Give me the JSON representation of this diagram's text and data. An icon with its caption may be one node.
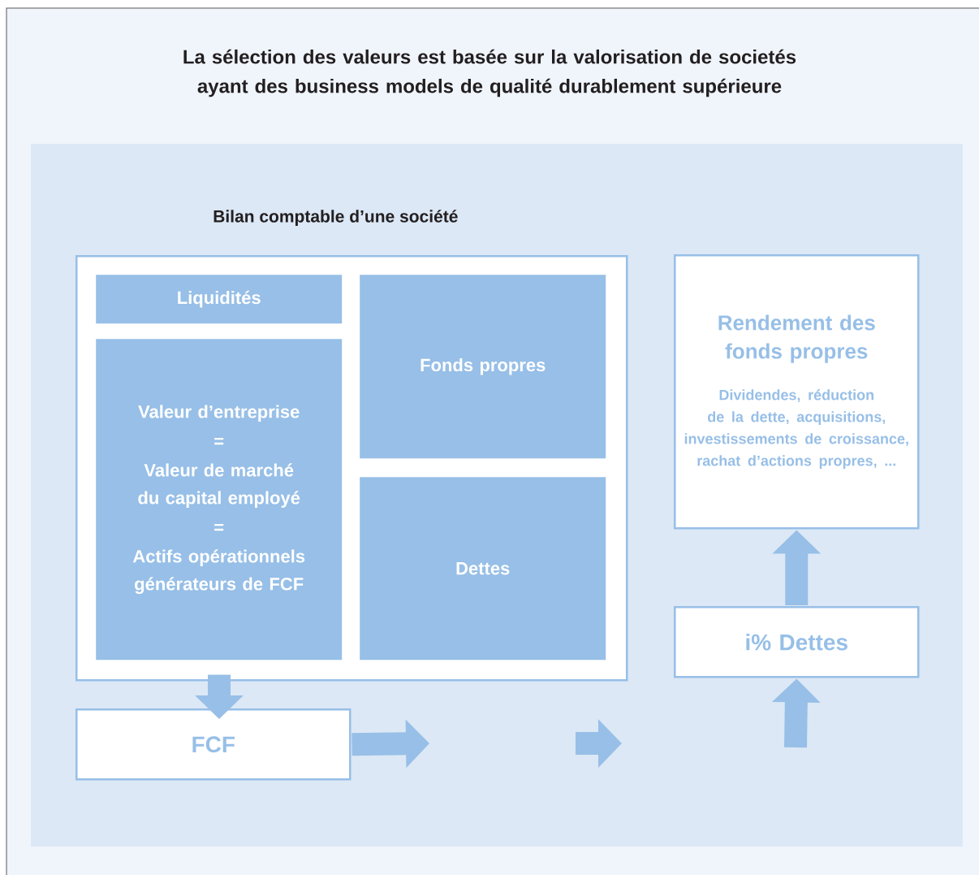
{
  "diagram": {
    "title": "La sélection des valeurs est basée sur la valorisation de societés ayant des business models de qualité durablement supérieure",
    "nodes": [
      {
        "text": [
          "Bilan comptable d’une société"
        ]
      },
      {
        "text": [
          "Liquidités"
        ],
        "in": 0
      },
      {
        "text": [
          "Valeur d’entreprise",
          "=",
          "Valeur de marché du capital employé",
          "=",
          "Actifs opérationnels générateurs de FCF"
        ],
        "in": 0
      },
      {
        "text": [
          "Fonds propres"
        ],
        "in": 0
      },
      {
        "text": [
          "Dettes"
        ],
        "in": 0
      },
      {
        "text": [
          "FCF"
        ]
      },
      {
        "text": [
          "Rendement des fonds propres",
          "Dividendes, réduction de la dette, acquisitions, investissements de croissance, rachat d’actions propres, ..."
        ]
      },
      {
        "text": [
          "i% Dettes"
        ]
      }
    ],
    "edges": [
      {
        "from": 0,
        "to": 5,
        "arrow": "to"
      },
      {
        "from": 5,
        "to": null,
        "arrow": "to"
      },
      {
        "from": null,
        "to": 7,
        "arrow": "to"
      },
      {
        "from": 7,
        "to": 6,
        "arrow": "to"
      }
    ]
  }
}
